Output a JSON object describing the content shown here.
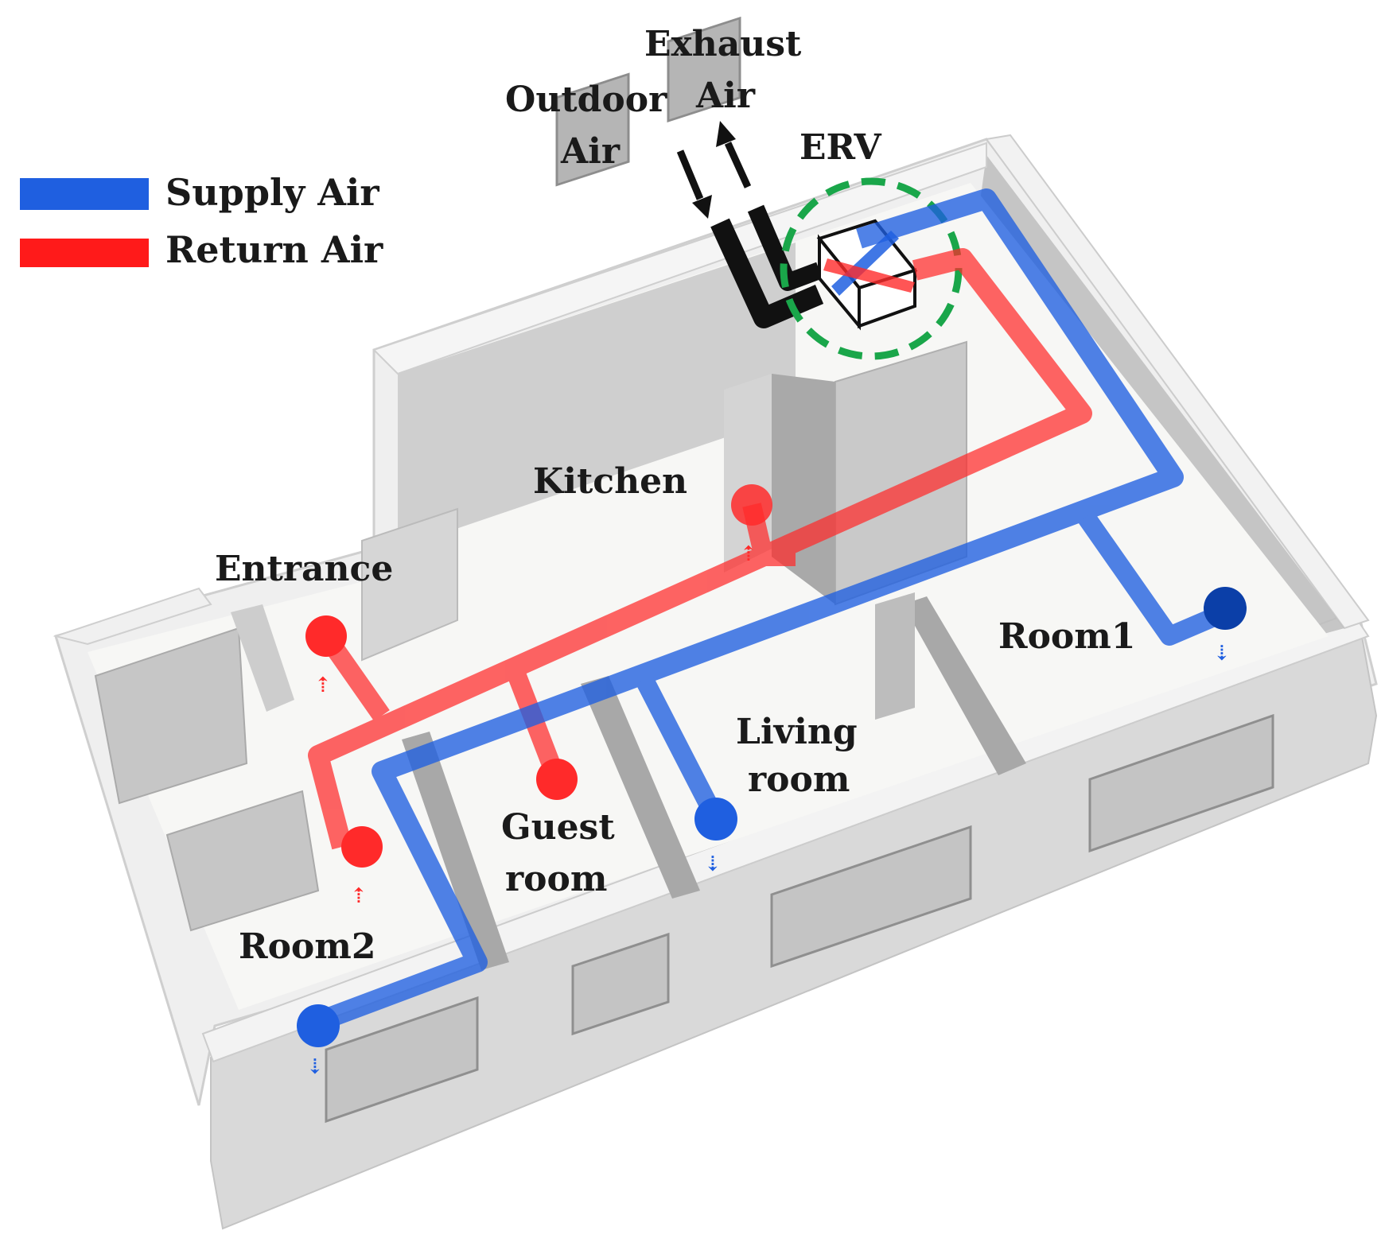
{
  "legend": [
    {
      "label": "Supply Air",
      "color": "#1f5fe0"
    },
    {
      "label": "Return Air",
      "color": "#ff1a1a"
    }
  ],
  "labels": {
    "exhaust_line1": "Exhaust",
    "exhaust_line2": "Air",
    "outdoor_line1": "Outdoor",
    "outdoor_line2": "Air",
    "erv": "ERV",
    "kitchen": "Kitchen",
    "entrance": "Entrance",
    "room1": "Room1",
    "living_line1": "Living",
    "living_line2": "room",
    "guest_line1": "Guest",
    "guest_line2": "room",
    "room2": "Room2"
  },
  "colors": {
    "supply": "#1f5fe0",
    "return": "#ff2a2a",
    "erv_ring": "#1aa64a",
    "wall": "#e6e6e6",
    "wall_shadow": "#b8b8b8",
    "floor": "#f7f7f5",
    "exhaust_duct": "#111111"
  }
}
